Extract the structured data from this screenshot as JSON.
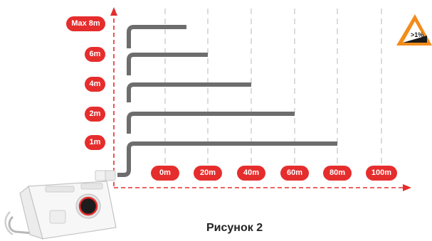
{
  "diagram": {
    "height_labels": [
      "Max 8m",
      "6m",
      "4m",
      "2m",
      "1m"
    ],
    "distance_labels": [
      "0m",
      "20m",
      "40m",
      "60m",
      "80m",
      "100m"
    ],
    "pipe_runs": [
      {
        "height": "Max 8m",
        "horizontal_distance": 10
      },
      {
        "height": "6m",
        "horizontal_distance": 20
      },
      {
        "height": "4m",
        "horizontal_distance": 40
      },
      {
        "height": "2m",
        "horizontal_distance": 60
      },
      {
        "height": "1m",
        "horizontal_distance": 80
      }
    ],
    "slope_badge": ">1%",
    "caption": "Рисунок 2"
  },
  "colors": {
    "accent": "#e52d2d",
    "pipe": "#6d6d6d",
    "grid": "#c8c8c8",
    "slope_triangle": "#f28c1b"
  },
  "icons": {
    "device": "pump-unit-icon",
    "slope": "slope-warning-icon"
  }
}
